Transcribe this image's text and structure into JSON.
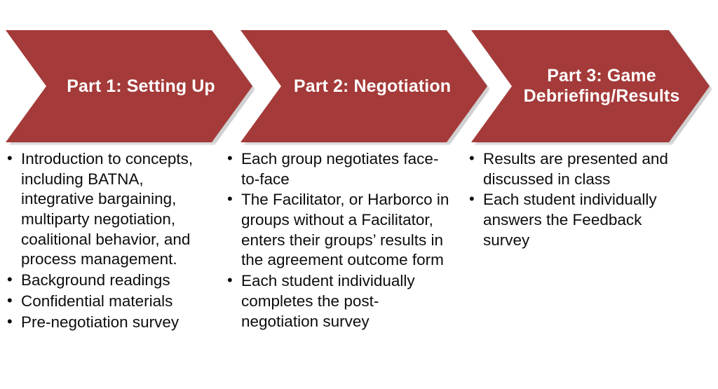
{
  "diagram": {
    "type": "three-stage-chevron-process",
    "accent_color": "#a43a39",
    "text_color_on_accent": "#ffffff",
    "body_text_color": "#0d0d0d",
    "background_color": "#ffffff",
    "stages": [
      {
        "id": "part-1",
        "title": "Part 1: Setting Up",
        "bullets": [
          "Introduction to concepts, including BATNA, integrative bargaining, multiparty negotiation, coalitional behavior, and process management.",
          "Background readings",
          "Confidential materials",
          "Pre-negotiation survey"
        ]
      },
      {
        "id": "part-2",
        "title": "Part 2: Negotiation",
        "bullets": [
          "Each group negotiates face-to-face",
          "The Facilitator, or Harborco in groups without a Facilitator, enters their groups’ results in the agreement outcome form",
          "Each student individually completes the post-negotiation survey"
        ]
      },
      {
        "id": "part-3",
        "title": "Part 3: Game Debriefing/Results",
        "bullets": [
          "Results are presented and discussed in class",
          "Each student individually answers the Feedback survey"
        ]
      }
    ]
  }
}
